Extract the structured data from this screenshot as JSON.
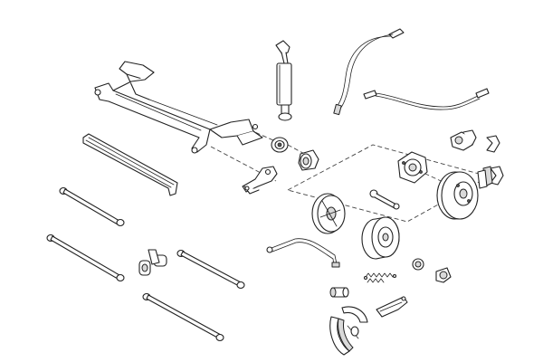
{
  "diagram": {
    "kind": "exploded-parts-view",
    "colors": {
      "line": "#222222",
      "fill": "#ffffff",
      "shade": "#d9d9d9",
      "dark": "#555555"
    },
    "parts": [
      {
        "name": "rear-axle-beam-part"
      },
      {
        "name": "shock-absorber-part"
      },
      {
        "name": "handbrake-cable-left-part"
      },
      {
        "name": "handbrake-cable-right-part"
      },
      {
        "name": "axle-bush-part"
      },
      {
        "name": "rubber-mount-part"
      },
      {
        "name": "axle-bracket-part"
      },
      {
        "name": "stabilizer-bar-part"
      },
      {
        "name": "brake-caliper-part"
      },
      {
        "name": "brake-pad-clip-left-part"
      },
      {
        "name": "brake-pad-clip-right-part"
      },
      {
        "name": "brake-pad-set-part"
      },
      {
        "name": "wheel-hub-part"
      },
      {
        "name": "brake-disc-part"
      },
      {
        "name": "brake-backing-plate-part"
      },
      {
        "name": "bleed-screw-part"
      },
      {
        "name": "brake-drum-part"
      },
      {
        "name": "brake-line-part"
      },
      {
        "name": "wheel-bearing-part"
      },
      {
        "name": "hub-cap-part"
      },
      {
        "name": "brake-spring-kit-part"
      },
      {
        "name": "wheel-brake-cylinder-part"
      },
      {
        "name": "adjuster-lever-part"
      },
      {
        "name": "brake-shoe-set-part"
      },
      {
        "name": "tie-rod-long-part"
      },
      {
        "name": "tie-rod-short-part"
      },
      {
        "name": "link-bush-pair-part"
      },
      {
        "name": "tie-rod-right-part"
      },
      {
        "name": "tie-rod-lower-part"
      }
    ]
  }
}
